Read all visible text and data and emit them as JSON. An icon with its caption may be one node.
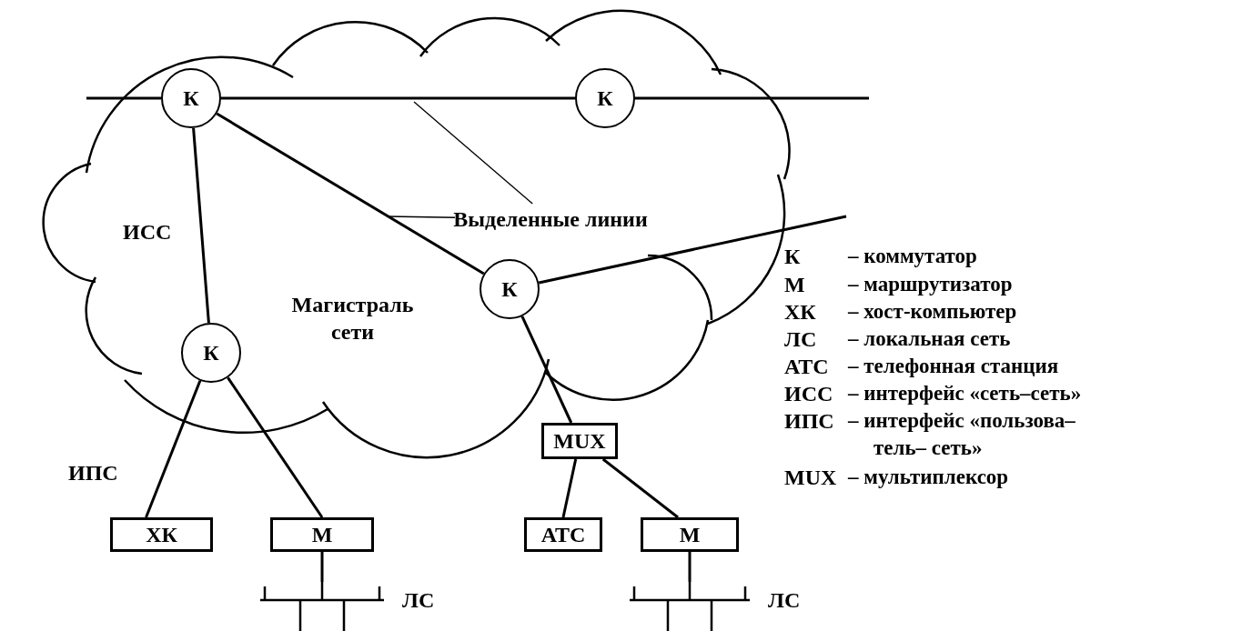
{
  "diagram": {
    "nodes": [
      {
        "text": [
          "К"
        ]
      },
      {
        "text": [
          "К"
        ]
      },
      {
        "text": [
          "К"
        ]
      },
      {
        "text": [
          "К"
        ]
      },
      {
        "text": [
          "MUX"
        ]
      },
      {
        "text": [
          "ХК"
        ]
      },
      {
        "text": [
          "М"
        ]
      },
      {
        "text": [
          "АТС"
        ]
      },
      {
        "text": [
          "М"
        ]
      },
      {
        "text": [
          "Выделенные линии"
        ]
      },
      {
        "text": [],
        "shape": "bar",
        "beside": [
          "ЛС"
        ]
      },
      {
        "text": [],
        "shape": "bar",
        "beside": [
          "ЛС"
        ]
      }
    ],
    "edges": [
      {
        "from": null,
        "to": 0,
        "arrow": "none"
      },
      {
        "from": 0,
        "to": 1,
        "arrow": "none"
      },
      {
        "from": 1,
        "to": null,
        "arrow": "none"
      },
      {
        "from": 0,
        "to": 2,
        "arrow": "none"
      },
      {
        "from": 0,
        "to": 3,
        "arrow": "none"
      },
      {
        "from": 2,
        "to": null,
        "arrow": "none"
      },
      {
        "from": 2,
        "to": 4,
        "arrow": "none"
      },
      {
        "from": 3,
        "to": 5,
        "arrow": "none"
      },
      {
        "from": 3,
        "to": 6,
        "arrow": "none"
      },
      {
        "from": 4,
        "to": 7,
        "arrow": "none"
      },
      {
        "from": 4,
        "to": 8,
        "arrow": "none"
      },
      {
        "from": 6,
        "to": 10,
        "arrow": "none"
      },
      {
        "from": 8,
        "to": 11,
        "arrow": "none"
      },
      {
        "from": 9,
        "to": null,
        "arrow": "none"
      },
      {
        "from": 9,
        "to": null,
        "arrow": "none"
      }
    ],
    "labels": [
      "ИСС",
      "Магистраль сети",
      "ИПС",
      "К",
      "– коммутатор",
      "М",
      "– маршрутизатор",
      "ХК",
      "– хост-компьютер",
      "ЛС",
      "– локальная сеть",
      "АТС",
      "– телефонная станция",
      "ИСС",
      "– интерфейс «сеть–сеть»",
      "ИПС",
      "– интерфейс «пользова– тель– сеть»",
      "MUX",
      "– мультиплексор"
    ]
  }
}
